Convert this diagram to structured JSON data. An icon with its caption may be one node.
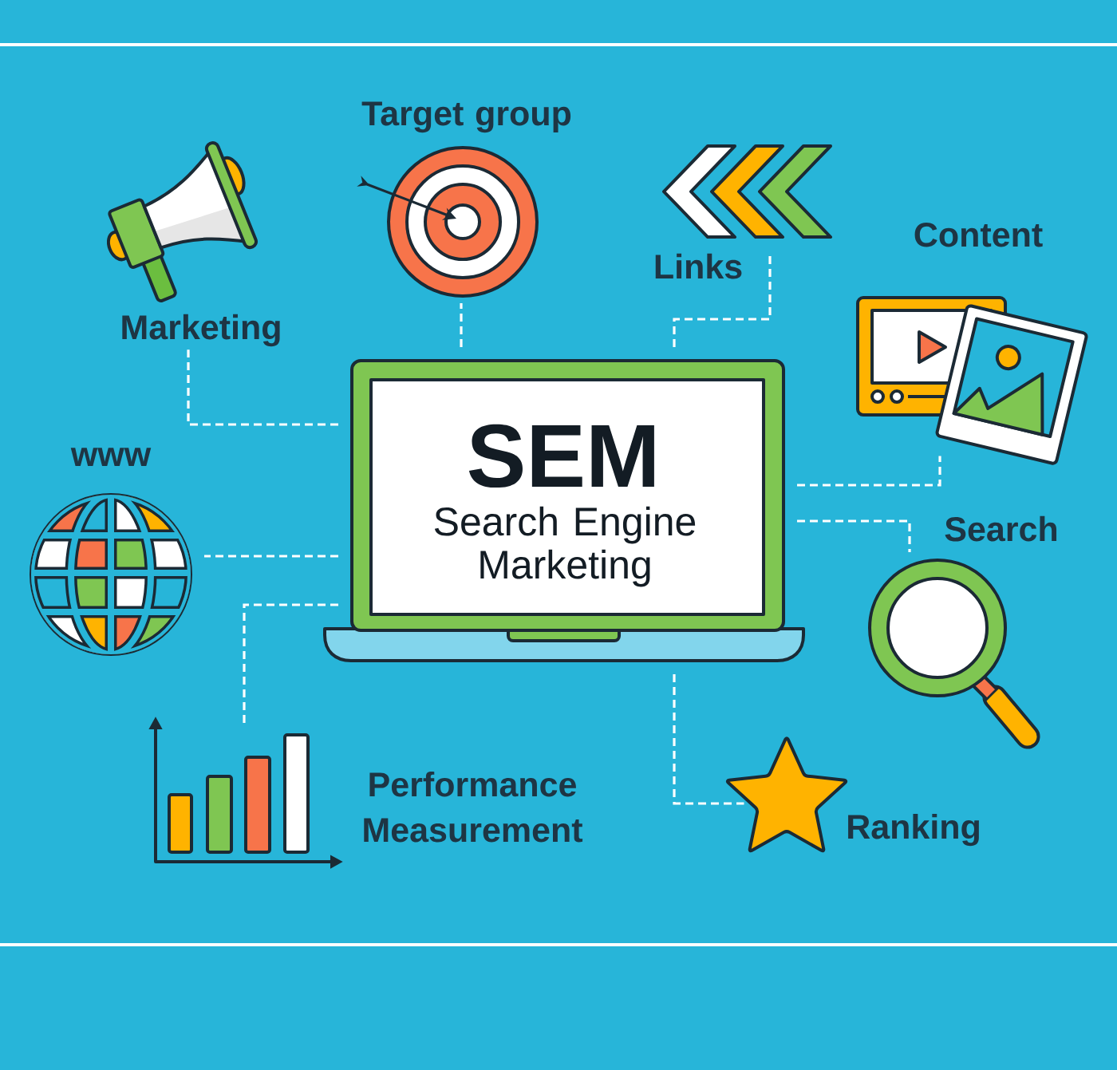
{
  "diagram": {
    "nodes": [
      {
        "text": [
          "Marketing"
        ]
      },
      {
        "text": [
          "Target group"
        ]
      },
      {
        "text": [
          "Links"
        ]
      },
      {
        "text": [
          "Content"
        ]
      },
      {
        "text": [
          "www"
        ]
      },
      {
        "text": [
          "SEM",
          "Search Engine Marketing"
        ]
      },
      {
        "text": [
          "Search"
        ]
      },
      {
        "text": [
          "Performance Measurement"
        ]
      },
      {
        "text": [
          "Ranking"
        ]
      }
    ],
    "edges": [
      {
        "from": 5,
        "to": 0,
        "arrow": "none"
      },
      {
        "from": 5,
        "to": 1,
        "arrow": "none"
      },
      {
        "from": 5,
        "to": 2,
        "arrow": "none"
      },
      {
        "from": 5,
        "to": 3,
        "arrow": "none"
      },
      {
        "from": 5,
        "to": 4,
        "arrow": "none"
      },
      {
        "from": 5,
        "to": 6,
        "arrow": "none"
      },
      {
        "from": 5,
        "to": 7,
        "arrow": "none"
      },
      {
        "from": 5,
        "to": 8,
        "arrow": "none"
      }
    ]
  }
}
